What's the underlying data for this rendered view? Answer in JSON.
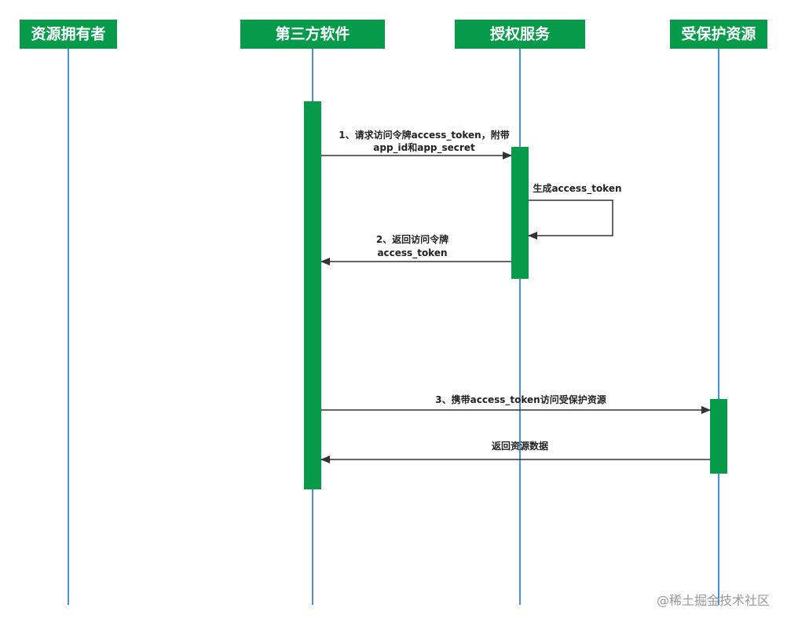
{
  "colors": {
    "participant_fill": "#069a4b",
    "activation_fill": "#069a4b",
    "lifeline": "#4a90d9",
    "arrow": "#333333",
    "text": "#222222",
    "watermark": "#999999"
  },
  "participants": [
    {
      "id": "owner",
      "label": "资源拥有者"
    },
    {
      "id": "client",
      "label": "第三方软件"
    },
    {
      "id": "auth",
      "label": "授权服务"
    },
    {
      "id": "resource",
      "label": "受保护资源"
    }
  ],
  "messages": [
    {
      "id": "msg1",
      "from": "client",
      "to": "auth",
      "lines": [
        "1、请求访问令牌access_token，附带",
        "app_id和app_secret"
      ]
    },
    {
      "id": "msg-self",
      "from": "auth",
      "to": "auth",
      "lines": [
        "生成access_token"
      ]
    },
    {
      "id": "msg2",
      "from": "auth",
      "to": "client",
      "lines": [
        "2、返回访问令牌",
        "access_token"
      ]
    },
    {
      "id": "msg3",
      "from": "client",
      "to": "resource",
      "lines": [
        "3、携带access_token访问受保护资源"
      ]
    },
    {
      "id": "msg4",
      "from": "resource",
      "to": "client",
      "lines": [
        "返回资源数据"
      ]
    }
  ],
  "watermark": "@稀土掘金技术社区"
}
